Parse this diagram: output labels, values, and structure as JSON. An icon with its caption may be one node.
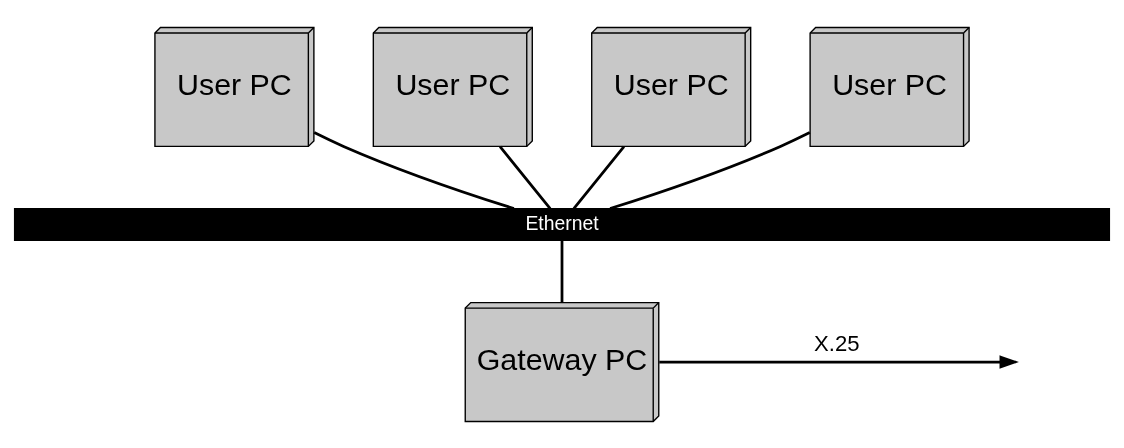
{
  "diagram": {
    "nodes": [
      {
        "text": [
          "User PC"
        ]
      },
      {
        "text": [
          "User PC"
        ]
      },
      {
        "text": [
          "User PC"
        ]
      },
      {
        "text": [
          "User PC"
        ]
      },
      {
        "text": [
          "Ethernet"
        ]
      },
      {
        "text": [
          "Gateway PC"
        ]
      }
    ],
    "edges": [
      {
        "from": 0,
        "to": 4,
        "arrow": "none"
      },
      {
        "from": 1,
        "to": 4,
        "arrow": "none"
      },
      {
        "from": 2,
        "to": 4,
        "arrow": "none"
      },
      {
        "from": 3,
        "to": 4,
        "arrow": "none"
      },
      {
        "from": 4,
        "to": 5,
        "arrow": "none"
      },
      {
        "from": 5,
        "to": null,
        "arrow": "to",
        "label": "X.25"
      }
    ]
  }
}
